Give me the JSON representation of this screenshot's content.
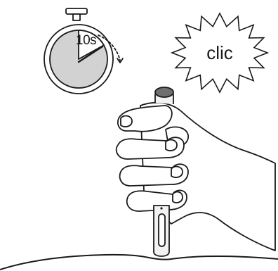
{
  "timer": {
    "duration_label": "10s",
    "elapsed_fraction": 0.83
  },
  "burst": {
    "text": "clic"
  },
  "colors": {
    "outline": "#1a1a1a",
    "dial_fill": "#d2d2d2",
    "skin": "#ffffff",
    "pen_body": "#f2f2f2",
    "pen_cap": "#6f6f6f"
  }
}
